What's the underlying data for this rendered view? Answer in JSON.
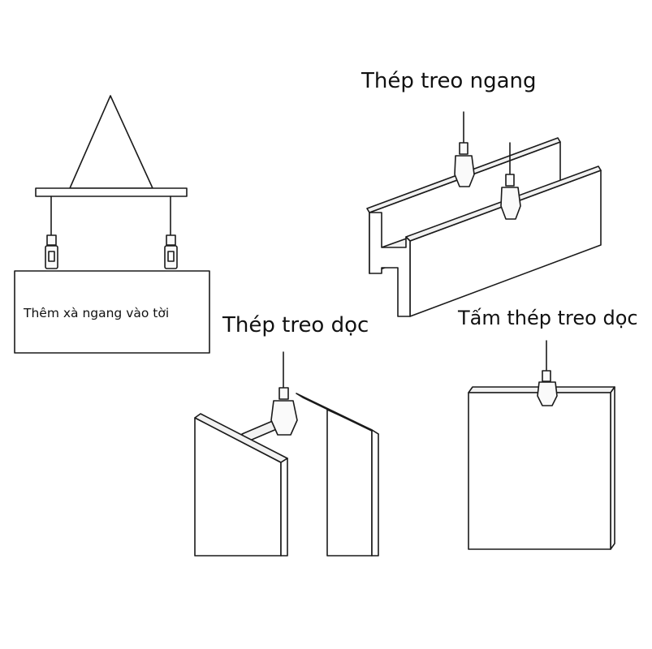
{
  "labels": {
    "spreader_beam_caption": "Thêm xà ngang vào tời",
    "horizontal_beam_title": "Thép treo ngang",
    "vertical_beam_title": "Thép treo dọc",
    "vertical_plate_title": "Tấm thép treo dọc"
  },
  "colors": {
    "line": "#1a1a1a",
    "background": "#ffffff"
  }
}
